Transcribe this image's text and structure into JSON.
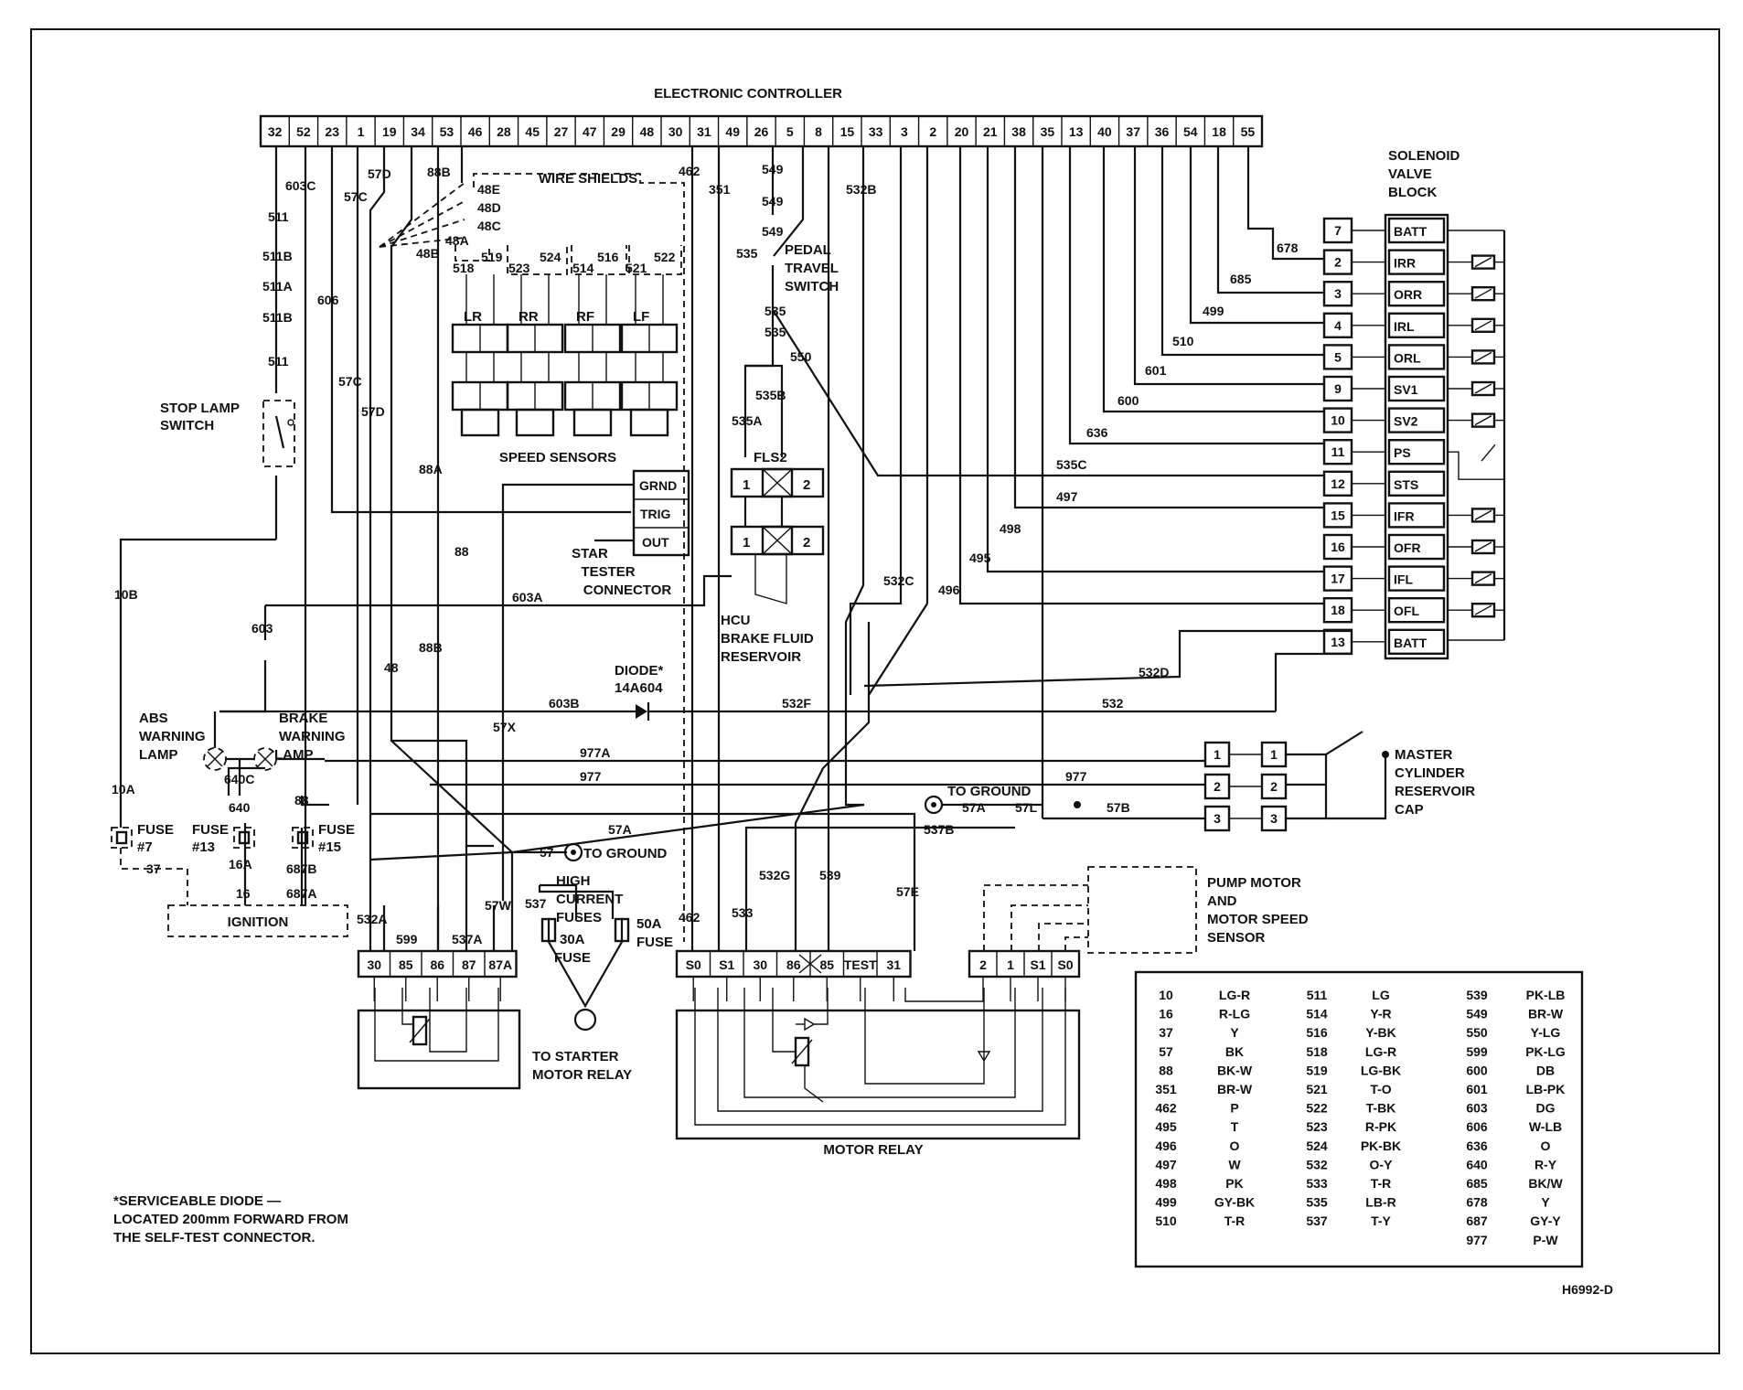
{
  "controller": {
    "title": "ELECTRONIC CONTROLLER",
    "pins": [
      "32",
      "52",
      "23",
      "1",
      "19",
      "34",
      "53",
      "46",
      "28",
      "45",
      "27",
      "47",
      "29",
      "48",
      "30",
      "31",
      "49",
      "26",
      "5",
      "8",
      "15",
      "33",
      "3",
      "2",
      "20",
      "21",
      "38",
      "35",
      "13",
      "40",
      "37",
      "36",
      "54",
      "18",
      "55"
    ]
  },
  "labels": {
    "wire_shields": "WIRE SHIELDS",
    "speed_sensors": "SPEED SENSORS",
    "stop_lamp_l1": "STOP LAMP",
    "stop_lamp_l2": "SWITCH",
    "pedal_l1": "PEDAL",
    "pedal_l2": "TRAVEL",
    "pedal_l3": "SWITCH",
    "star_l1": "STAR",
    "star_l2": "TESTER",
    "star_l3": "CONNECTOR",
    "hcu_l1": "HCU",
    "hcu_l2": "BRAKE FLUID",
    "hcu_l3": "RESERVOIR",
    "diode_l1": "DIODE*",
    "diode_l2": "14A604",
    "abs_l1": "ABS",
    "abs_l2": "WARNING",
    "abs_l3": "LAMP",
    "brake_l1": "BRAKE",
    "brake_l2": "WARNING",
    "brake_l3": "LAMP",
    "fuse": "FUSE",
    "fuse7": "#7",
    "fuse13": "#13",
    "fuse15": "#15",
    "ignition": "IGNITION",
    "to_ground": "TO GROUND",
    "high_l1": "HIGH",
    "high_l2": "CURRENT",
    "high_l3": "FUSES",
    "fuse30a": "30A",
    "fuse50a": "50A",
    "to_starter_l1": "TO STARTER",
    "to_starter_l2": "MOTOR RELAY",
    "motor_relay": "MOTOR RELAY",
    "pump_l1": "PUMP MOTOR",
    "pump_l2": "AND",
    "pump_l3": "MOTOR SPEED",
    "pump_l4": "SENSOR",
    "master_l1": "MASTER",
    "master_l2": "CYLINDER",
    "master_l3": "RESERVOIR",
    "master_l4": "CAP",
    "solenoid_l1": "SOLENOID",
    "solenoid_l2": "VALVE",
    "solenoid_l3": "BLOCK",
    "fls2": "FLS2",
    "grnd": "GRND",
    "trig": "TRIG",
    "out": "OUT",
    "note_l1": "*SERVICEABLE DIODE —",
    "note_l2": "LOCATED 200mm FORWARD FROM",
    "note_l3": "THE SELF-TEST CONNECTOR.",
    "code": "H6992-D"
  },
  "sensors": [
    "LR",
    "RR",
    "RF",
    "LF"
  ],
  "solenoid": {
    "pins": [
      "7",
      "2",
      "3",
      "4",
      "5",
      "9",
      "10",
      "11",
      "12",
      "15",
      "16",
      "17",
      "18",
      "13"
    ],
    "names": [
      "BATT",
      "IRR",
      "ORR",
      "IRL",
      "ORL",
      "SV1",
      "SV2",
      "PS",
      "STS",
      "IFR",
      "OFR",
      "IFL",
      "OFL",
      "BATT"
    ]
  },
  "relay1_pins": [
    "30",
    "85",
    "86",
    "87",
    "87A"
  ],
  "motor_relay_pins": [
    "S0",
    "S1",
    "30",
    "86",
    "85",
    "TEST",
    "31"
  ],
  "pump_pins": [
    "2",
    "1",
    "S1",
    "S0"
  ],
  "master_pins": [
    "1",
    "2",
    "3"
  ],
  "wires": {
    "w511": "511",
    "w511b": "511B",
    "w511a": "511A",
    "w511c": "511",
    "w603c": "603C",
    "w606": "606",
    "w57c": "57C",
    "w57d": "57D",
    "w57c2": "57C",
    "w57d2": "57D",
    "w88b": "88B",
    "w48b": "48B",
    "w88a": "88A",
    "w88": "88",
    "w88b2": "88B",
    "w48": "48",
    "w48e": "48E",
    "w48d": "48D",
    "w48c": "48C",
    "w48a": "48A",
    "w518": "518",
    "w519": "519",
    "w523": "523",
    "w524": "524",
    "w514": "514",
    "w516": "516",
    "w521": "521",
    "w522": "522",
    "w462": "462",
    "w351": "351",
    "w549a": "549",
    "w549b": "549",
    "w549c": "549",
    "w535": "535",
    "w535b": "535",
    "w535c": "535",
    "w550": "550",
    "w535bb": "535B",
    "w535a": "535A",
    "w532b": "532B",
    "w532c": "532C",
    "w535cc": "535C",
    "w497": "497",
    "w498": "498",
    "w495": "495",
    "w496": "496",
    "w636": "636",
    "w600": "600",
    "w601": "601",
    "w510": "510",
    "w499": "499",
    "w685": "685",
    "w678": "678",
    "w10b": "10B",
    "w603": "603",
    "w603a": "603A",
    "w603b": "603B",
    "w532f": "532F",
    "w532": "532",
    "w532d": "532D",
    "w57x": "57X",
    "w977a": "977A",
    "w977": "977",
    "w977b": "977",
    "w640c": "640C",
    "w640": "640",
    "w16a": "16A",
    "w16": "16",
    "w10a": "10A",
    "w37": "37",
    "w88c": "88",
    "w687b": "687B",
    "w687a": "687A",
    "w57a": "57A",
    "w57": "57",
    "w57a2": "57A",
    "w57l": "57L",
    "w57b": "57B",
    "w537b": "537B",
    "w532a": "532A",
    "w599": "599",
    "w537a": "537A",
    "w57w": "57W",
    "w537": "537",
    "w462b": "462",
    "w533": "533",
    "w532g": "532G",
    "w539": "539",
    "w57e": "57E"
  },
  "color_codes": [
    [
      "10",
      "LG-R",
      "511",
      "LG",
      "539",
      "PK-LB"
    ],
    [
      "16",
      "R-LG",
      "514",
      "Y-R",
      "549",
      "BR-W"
    ],
    [
      "37",
      "Y",
      "516",
      "Y-BK",
      "550",
      "Y-LG"
    ],
    [
      "57",
      "BK",
      "518",
      "LG-R",
      "599",
      "PK-LG"
    ],
    [
      "88",
      "BK-W",
      "519",
      "LG-BK",
      "600",
      "DB"
    ],
    [
      "351",
      "BR-W",
      "521",
      "T-O",
      "601",
      "LB-PK"
    ],
    [
      "462",
      "P",
      "522",
      "T-BK",
      "603",
      "DG"
    ],
    [
      "495",
      "T",
      "523",
      "R-PK",
      "606",
      "W-LB"
    ],
    [
      "496",
      "O",
      "524",
      "PK-BK",
      "636",
      "O"
    ],
    [
      "497",
      "W",
      "532",
      "O-Y",
      "640",
      "R-Y"
    ],
    [
      "498",
      "PK",
      "533",
      "T-R",
      "685",
      "BK/W"
    ],
    [
      "499",
      "GY-BK",
      "535",
      "LB-R",
      "678",
      "Y"
    ],
    [
      "510",
      "T-R",
      "537",
      "T-Y",
      "687",
      "GY-Y"
    ],
    [
      "",
      "",
      "",
      "",
      "977",
      "P-W"
    ]
  ]
}
